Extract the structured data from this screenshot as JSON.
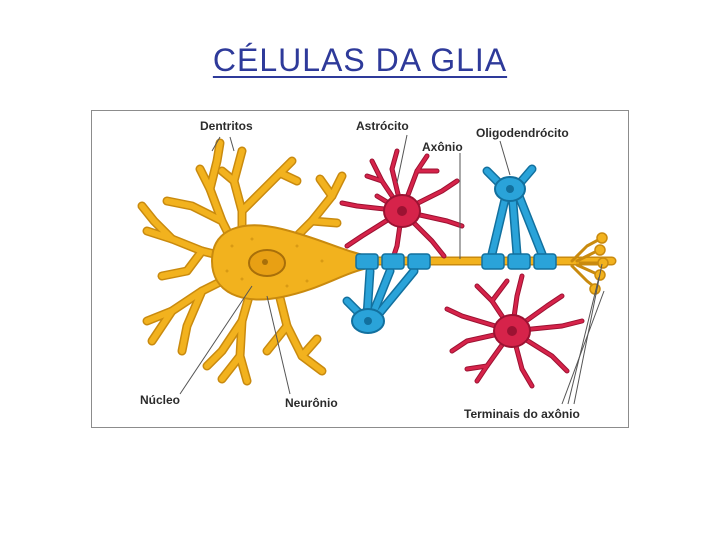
{
  "title": "CÉLULAS DA GLIA",
  "diagram": {
    "labels": {
      "dendrites": "Dentritos",
      "astrocyte": "Astrócito",
      "axon": "Axônio",
      "oligodendrocyte": "Oligodendrócito",
      "nucleus": "Núcleo",
      "neuron": "Neurônio",
      "axon_terminals": "Terminais do axônio"
    },
    "colors": {
      "neuron": "#f2b21e",
      "neuron_outline": "#c98a0e",
      "astrocyte": "#d6234a",
      "astrocyte_outline": "#9c1232",
      "oligodendrocyte": "#2aa3d9",
      "oligodendrocyte_outline": "#12709e"
    }
  }
}
